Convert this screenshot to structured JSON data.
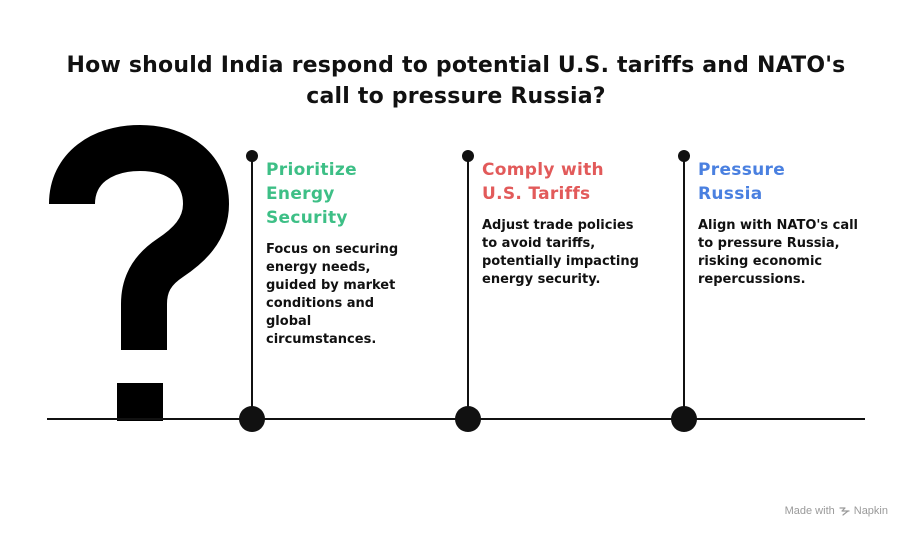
{
  "title_line1": "How should India respond to potential U.S. tariffs and NATO's",
  "title_line2": "call to pressure Russia?",
  "options": [
    {
      "title_lines": [
        "Prioritize",
        "Energy",
        "Security"
      ],
      "description_lines": [
        "Focus on securing",
        "energy needs,",
        "guided by market",
        "conditions and",
        "global",
        "circumstances."
      ],
      "color": "#3dbf86"
    },
    {
      "title_lines": [
        "Comply with",
        "U.S. Tariffs"
      ],
      "description_lines": [
        "Adjust trade policies",
        "to avoid tariffs,",
        "potentially impacting",
        "energy security."
      ],
      "color": "#e25a5a"
    },
    {
      "title_lines": [
        "Pressure",
        "Russia"
      ],
      "description_lines": [
        "Align with NATO's call",
        "to pressure Russia,",
        "risking economic",
        "repercussions."
      ],
      "color": "#4a80e0"
    }
  ],
  "footer": {
    "made_with": "Made with",
    "brand": "Napkin",
    "brand_icon": "napkin-logo-icon"
  }
}
